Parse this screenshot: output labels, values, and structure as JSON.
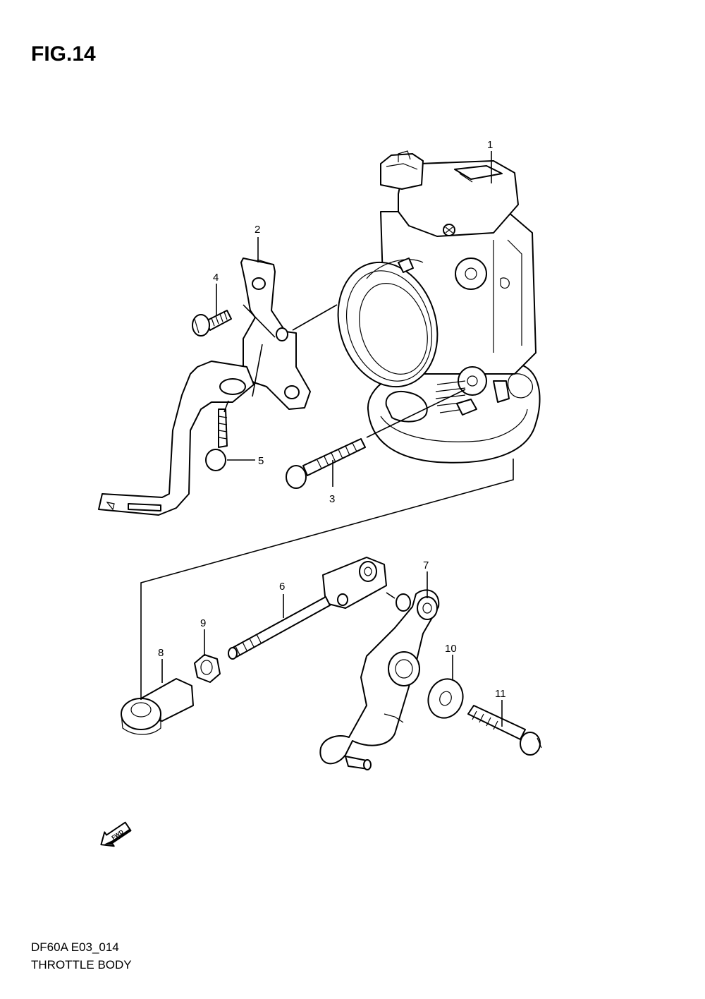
{
  "figure": {
    "title": "FIG.14",
    "model_code": "DF60A  E03_014",
    "section_name": "THROTTLE BODY"
  },
  "callouts": [
    "1",
    "2",
    "3",
    "4",
    "5",
    "6",
    "7",
    "8",
    "9",
    "10",
    "11"
  ],
  "fwd_label": "FWD",
  "parts": [
    {
      "ref": "1",
      "name": "throttle-body-assembly"
    },
    {
      "ref": "2",
      "name": "bracket"
    },
    {
      "ref": "3",
      "name": "flange-bolt"
    },
    {
      "ref": "4",
      "name": "bolt"
    },
    {
      "ref": "5",
      "name": "bolt"
    },
    {
      "ref": "6",
      "name": "throttle-rod"
    },
    {
      "ref": "7",
      "name": "throttle-lever"
    },
    {
      "ref": "8",
      "name": "rod-end"
    },
    {
      "ref": "9",
      "name": "nut"
    },
    {
      "ref": "10",
      "name": "washer"
    },
    {
      "ref": "11",
      "name": "bolt"
    }
  ]
}
